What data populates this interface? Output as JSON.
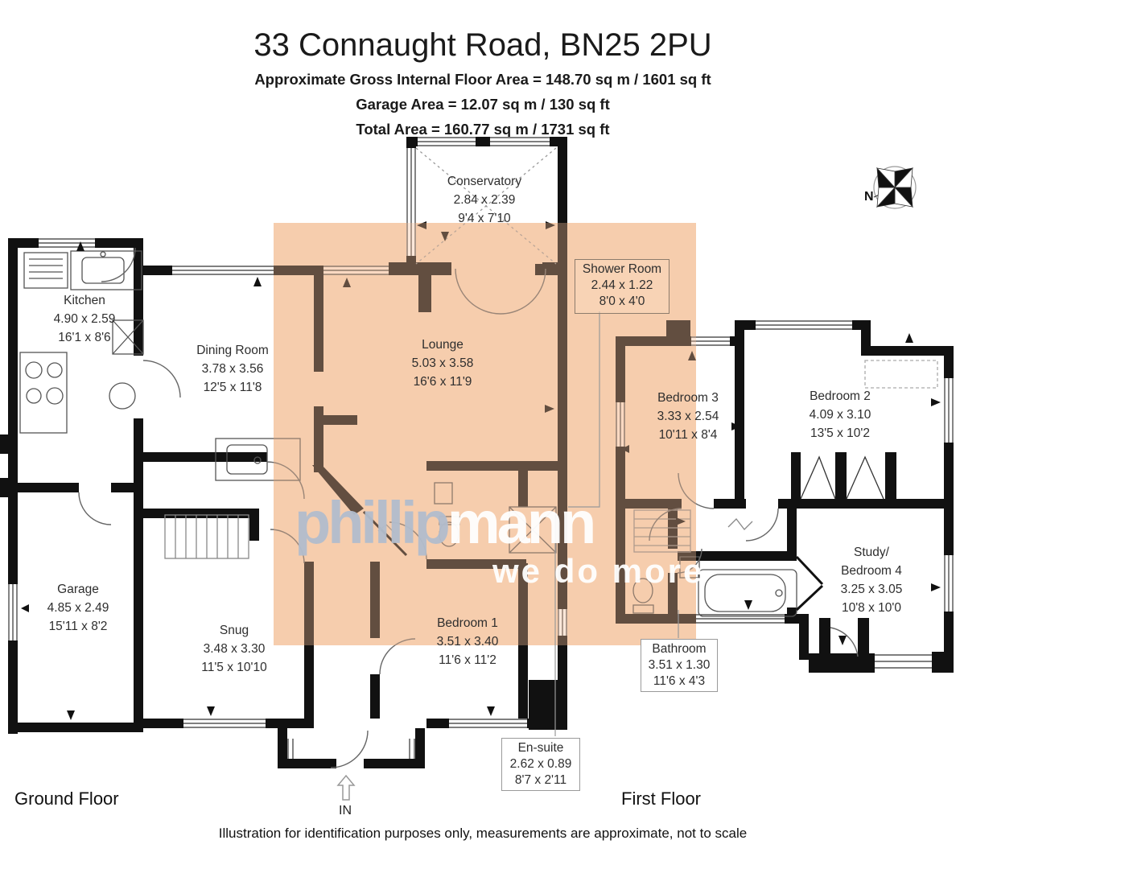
{
  "header": {
    "title": "33 Connaught Road, BN25 2PU",
    "line1": "Approximate Gross Internal Floor Area = 148.70 sq m / 1601 sq ft",
    "line2": "Garage Area = 12.07 sq m / 130 sq ft",
    "line3": "Total Area = 160.77 sq m / 1731 sq ft"
  },
  "rooms": {
    "conservatory": {
      "name": "Conservatory",
      "metric": "2.84 x 2.39",
      "imperial": "9'4 x 7'10"
    },
    "kitchen": {
      "name": "Kitchen",
      "metric": "4.90 x 2.59",
      "imperial": "16'1 x 8'6"
    },
    "dining_room": {
      "name": "Dining Room",
      "metric": "3.78 x 3.56",
      "imperial": "12'5 x 11'8"
    },
    "lounge": {
      "name": "Lounge",
      "metric": "5.03 x 3.58",
      "imperial": "16'6 x 11'9"
    },
    "shower_room": {
      "name": "Shower Room",
      "metric": "2.44 x 1.22",
      "imperial": "8'0 x 4'0"
    },
    "garage": {
      "name": "Garage",
      "metric": "4.85 x 2.49",
      "imperial": "15'11 x 8'2"
    },
    "snug": {
      "name": "Snug",
      "metric": "3.48 x 3.30",
      "imperial": "11'5 x 10'10"
    },
    "bedroom1": {
      "name": "Bedroom 1",
      "metric": "3.51 x 3.40",
      "imperial": "11'6 x 11'2"
    },
    "en_suite": {
      "name": "En-suite",
      "metric": "2.62 x 0.89",
      "imperial": "8'7 x 2'11"
    },
    "bedroom3": {
      "name": "Bedroom 3",
      "metric": "3.33 x 2.54",
      "imperial": "10'11 x 8'4"
    },
    "bedroom2": {
      "name": "Bedroom 2",
      "metric": "4.09 x 3.10",
      "imperial": "13'5 x 10'2"
    },
    "study_bedroom4": {
      "name_line1": "Study/",
      "name_line2": "Bedroom 4",
      "metric": "3.25 x 3.05",
      "imperial": "10'8 x 10'0"
    },
    "bathroom": {
      "name": "Bathroom",
      "metric": "3.51 x 1.30",
      "imperial": "11'6 x 4'3"
    }
  },
  "labels": {
    "ground_floor": "Ground Floor",
    "first_floor": "First Floor",
    "entrance": "IN",
    "north": "N"
  },
  "watermark": {
    "part1": "phillip",
    "part2": "mann",
    "tagline": "we do more"
  },
  "footer": {
    "disclaimer": "Illustration for identification purposes only, measurements are approximate, not to scale"
  },
  "colors": {
    "highlight": "#f8d6ba",
    "highlight_overlay": "#f3bd97",
    "wall": "#111111",
    "wall_tinted": "#5e4a3a",
    "watermark_text": "#b2bdcd",
    "watermark_tagline": "#ffffff"
  }
}
